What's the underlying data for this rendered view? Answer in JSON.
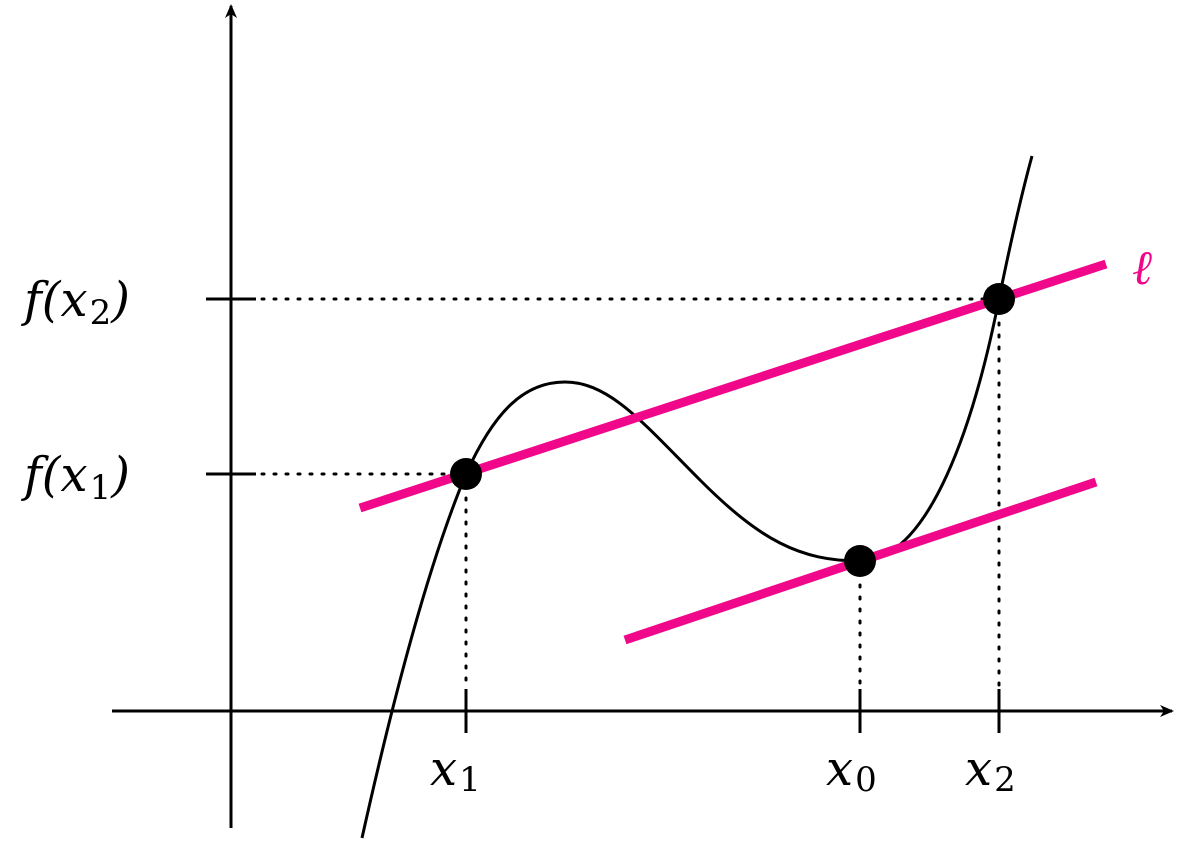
{
  "diagram": {
    "x_ticks": [
      {
        "main": "x",
        "sub": "1"
      },
      {
        "main": "x",
        "sub": "0"
      },
      {
        "main": "x",
        "sub": "2"
      }
    ],
    "y_ticks": [
      {
        "prefix": "f(",
        "main": "x",
        "sub": "2",
        "suffix": ")"
      },
      {
        "prefix": "f(",
        "main": "x",
        "sub": "1",
        "suffix": ")"
      }
    ],
    "line_label": "ℓ",
    "colors": {
      "axes": "#000000",
      "curve": "#000000",
      "secant_line": "#f0078a",
      "tangent_line": "#f0078a",
      "points": "#000000"
    }
  }
}
